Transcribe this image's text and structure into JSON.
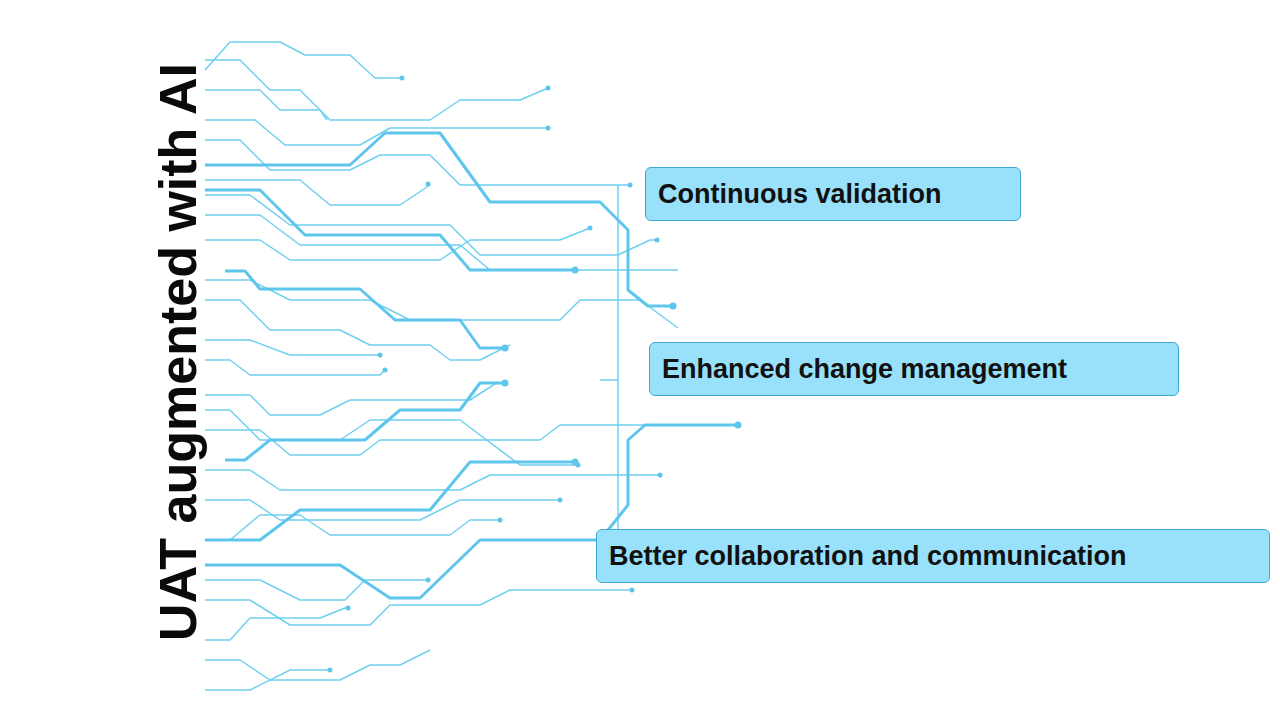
{
  "diagram": {
    "title": "UAT augmented with AI",
    "nodes": [
      {
        "text": [
          "Continuous validation"
        ]
      },
      {
        "text": [
          "Enhanced change management"
        ]
      },
      {
        "text": [
          "Better collaboration and communication"
        ]
      }
    ]
  }
}
